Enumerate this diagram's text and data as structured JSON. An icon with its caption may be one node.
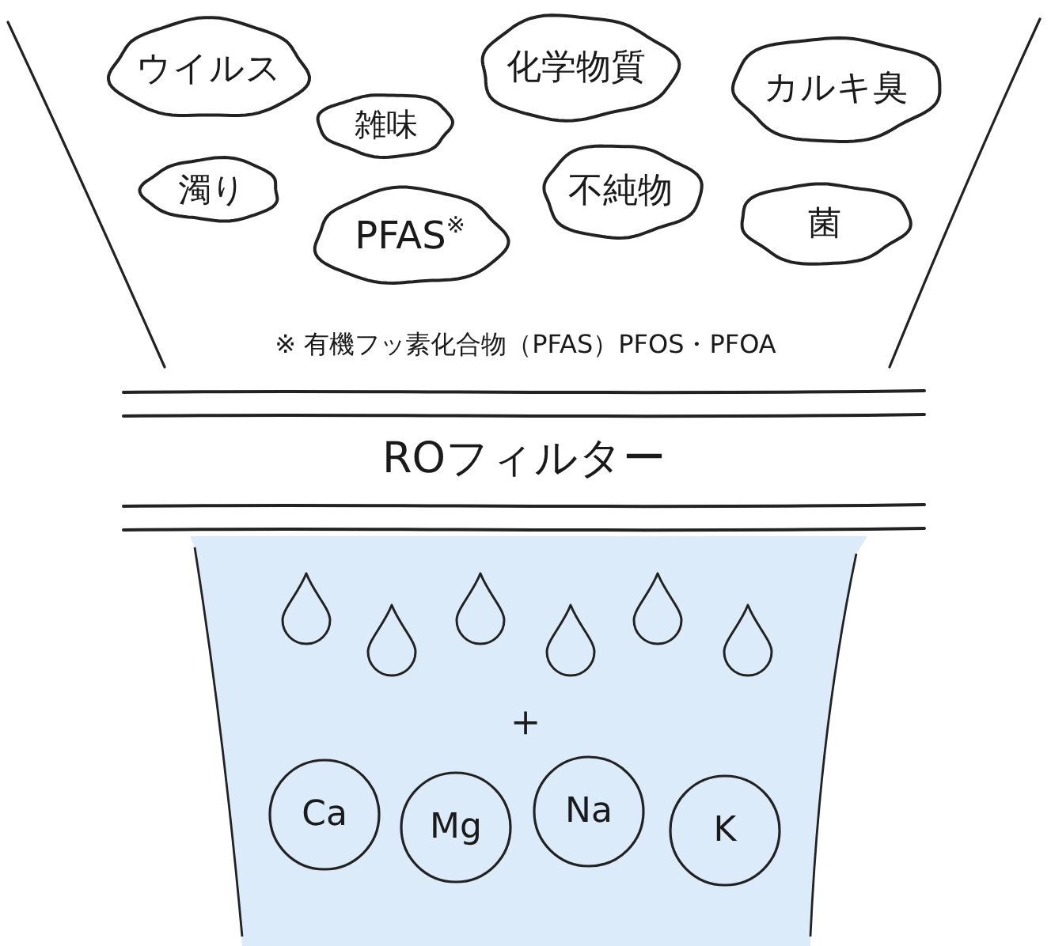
{
  "diagram": {
    "nodes": [
      {
        "text": [
          "ウイルス"
        ]
      },
      {
        "text": [
          "化学物質"
        ]
      },
      {
        "text": [
          "カルキ臭"
        ]
      },
      {
        "text": [
          "雑味"
        ]
      },
      {
        "text": [
          "濁り"
        ]
      },
      {
        "text": [
          "PFAS$^{※}$"
        ]
      },
      {
        "text": [
          "不純物"
        ]
      },
      {
        "text": [
          "菌"
        ]
      },
      {
        "text": [
          "ROフィルター"
        ]
      },
      {
        "text": [],
        "shape": "drop"
      },
      {
        "text": [],
        "shape": "drop"
      },
      {
        "text": [],
        "shape": "drop"
      },
      {
        "text": [],
        "shape": "drop"
      },
      {
        "text": [],
        "shape": "drop"
      },
      {
        "text": [],
        "shape": "drop"
      },
      {
        "text": [
          "Ca"
        ]
      },
      {
        "text": [
          "Mg"
        ]
      },
      {
        "text": [
          "Na"
        ]
      },
      {
        "text": [
          "K"
        ]
      }
    ],
    "edges": [],
    "labels": [
      "※ 有機フッ素化合物（PFAS）PFOS・PFOA",
      "＋"
    ]
  }
}
